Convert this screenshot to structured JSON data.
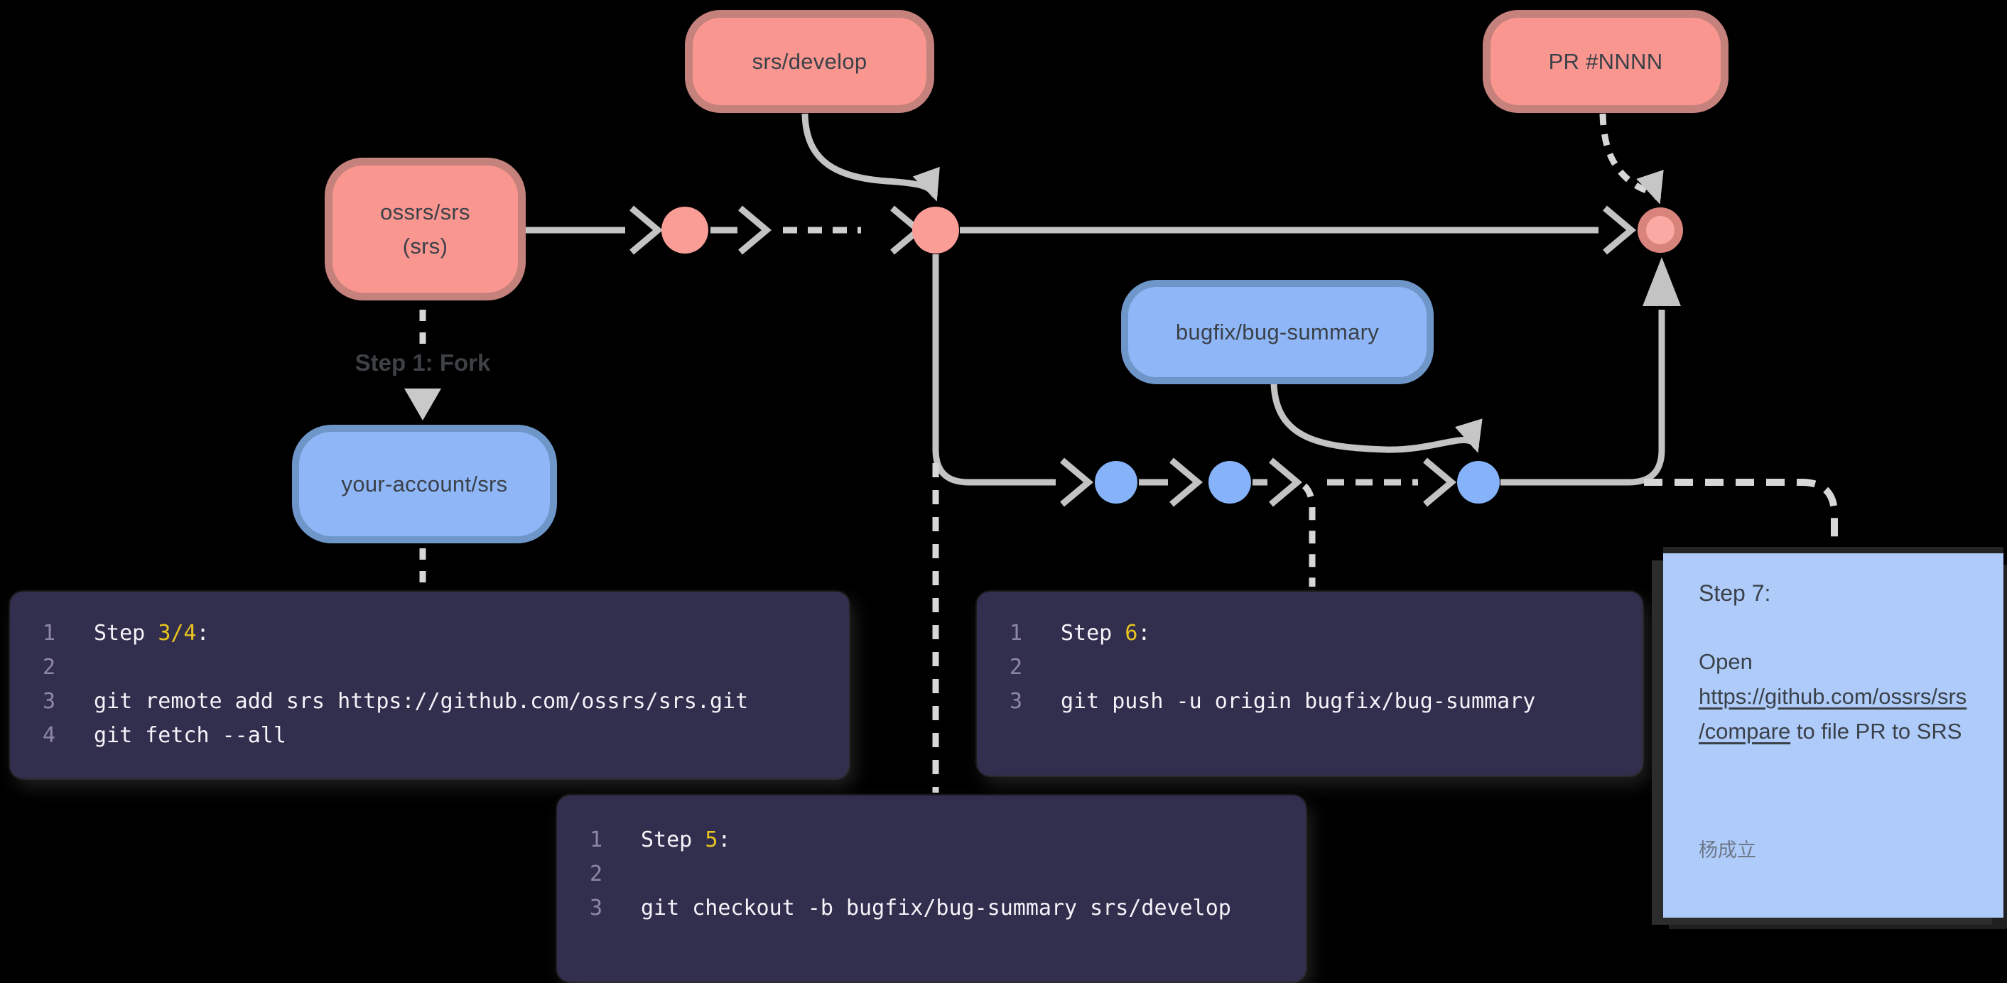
{
  "diagram": {
    "nodes": {
      "ossrs": {
        "label_line1": "ossrs/srs",
        "label_line2": "(srs)"
      },
      "srs_develop": {
        "label": "srs/develop"
      },
      "pr": {
        "label": "PR #NNNN"
      },
      "bugfix": {
        "label": "bugfix/bug-summary"
      },
      "your_account": {
        "label": "your-account/srs"
      }
    },
    "labels": {
      "step1_fork": "Step 1: Fork"
    },
    "colors": {
      "background": "#000000",
      "main_branch_fill": "#F9968F",
      "main_branch_border": "#C5817B",
      "feature_branch_fill": "#8FB7F7",
      "feature_branch_border": "#6E96C8",
      "edge_gray": "#C3C3C3",
      "dashed_gray": "#D7D7D7",
      "code_bg": "#322E4D",
      "code_accent": "#E8C41F",
      "card_bg": "#AECBFA"
    }
  },
  "code_blocks": {
    "step34": {
      "nums": [
        "1",
        "2",
        "3",
        "4"
      ],
      "l1_pre": "Step ",
      "l1_accent": "3/4",
      "l1_post": ":",
      "l3": "git remote add srs https://github.com/ossrs/srs.git",
      "l4": "git fetch --all"
    },
    "step6": {
      "nums": [
        "1",
        "2",
        "3"
      ],
      "l1_pre": "Step ",
      "l1_accent": "6",
      "l1_post": ":",
      "l3": "git push -u origin bugfix/bug-summary"
    },
    "step5": {
      "nums": [
        "1",
        "2",
        "3"
      ],
      "l1_pre": "Step ",
      "l1_accent": "5",
      "l1_post": ":",
      "l3": "git checkout -b bugfix/bug-summary srs/develop"
    }
  },
  "note_card": {
    "title": "Step 7:",
    "body_pre": "Open ",
    "body_link": "https://github.com/ossrs/srs/compare",
    "body_post": " to file PR to SRS",
    "author": "杨成立"
  }
}
